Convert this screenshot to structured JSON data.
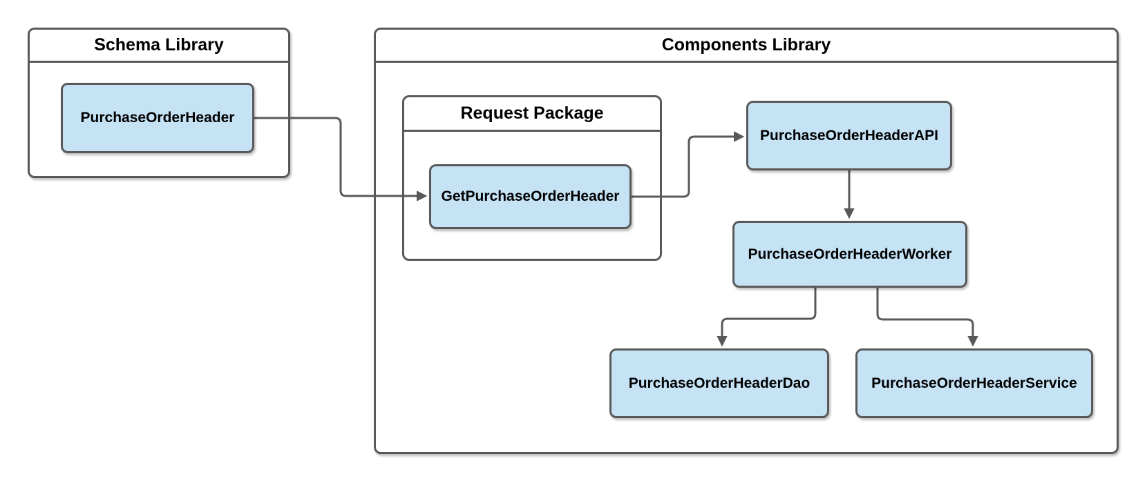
{
  "diagram": {
    "containers": {
      "schema_library": {
        "title": "Schema Library"
      },
      "components_library": {
        "title": "Components Library"
      },
      "request_package": {
        "title": "Request Package"
      }
    },
    "nodes": {
      "purchase_order_header": {
        "label": "PurchaseOrderHeader"
      },
      "get_purchase_order_header": {
        "label": "GetPurchaseOrderHeader"
      },
      "purchase_order_header_api": {
        "label": "PurchaseOrderHeaderAPI"
      },
      "purchase_order_header_worker": {
        "label": "PurchaseOrderHeaderWorker"
      },
      "purchase_order_header_dao": {
        "label": "PurchaseOrderHeaderDao"
      },
      "purchase_order_header_service": {
        "label": "PurchaseOrderHeaderService"
      }
    },
    "edges": [
      {
        "from": "PurchaseOrderHeader",
        "to": "GetPurchaseOrderHeader"
      },
      {
        "from": "GetPurchaseOrderHeader",
        "to": "PurchaseOrderHeaderAPI"
      },
      {
        "from": "PurchaseOrderHeaderAPI",
        "to": "PurchaseOrderHeaderWorker"
      },
      {
        "from": "PurchaseOrderHeaderWorker",
        "to": "PurchaseOrderHeaderDao"
      },
      {
        "from": "PurchaseOrderHeaderWorker",
        "to": "PurchaseOrderHeaderService"
      }
    ],
    "colors": {
      "node_fill": "#c5e3f5",
      "node_border": "#595959",
      "line": "#595959",
      "container_border": "#595959",
      "container_fill": "#ffffff",
      "text": "#000000",
      "background": "#ffffff"
    }
  }
}
